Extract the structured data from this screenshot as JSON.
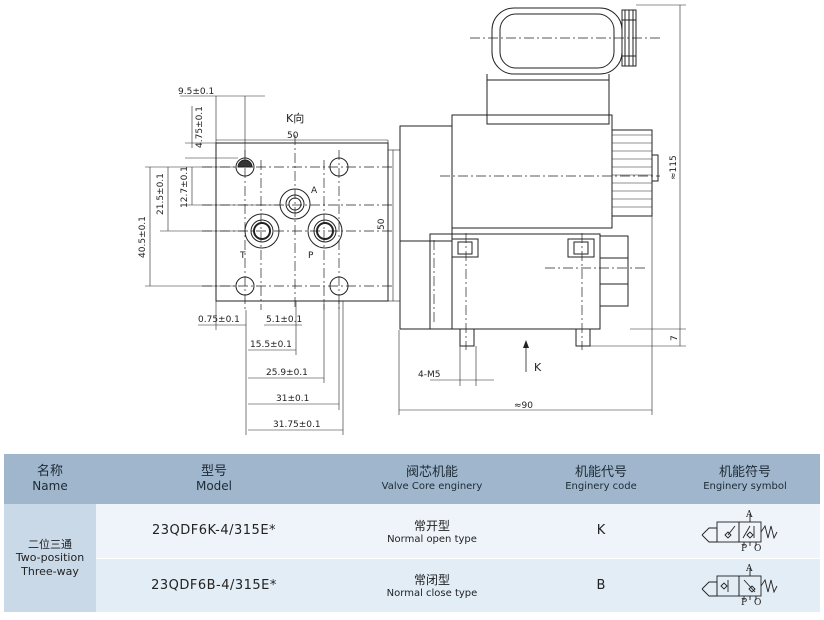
{
  "drawing": {
    "view_label": "K向",
    "k_arrow_label": "K",
    "port_labels": {
      "a": "A",
      "t": "T",
      "p": "P"
    },
    "dims": {
      "d_9_5": "9.5±0.1",
      "d_4_75": "4.75±0.1",
      "d_50_top": "50",
      "d_50_right": "50",
      "d_40_5": "40.5±0.1",
      "d_21_5": "21.5±0.1",
      "d_12_7": "12.7±0.1",
      "d_0_75": "0.75±0.1",
      "d_5_1": "5.1±0.1",
      "d_15_5": "15.5±0.1",
      "d_25_9": "25.9±0.1",
      "d_31": "31±0.1",
      "d_31_75": "31.75±0.1",
      "d_115": "≈115",
      "d_7": "7",
      "d_m5": "4-M5",
      "d_90": "≈90"
    }
  },
  "table": {
    "headers": [
      {
        "zh": "名称",
        "en": "Name"
      },
      {
        "zh": "型号",
        "en": "Model"
      },
      {
        "zh": "阀芯机能",
        "en": "Valve Core enginery"
      },
      {
        "zh": "机能代号",
        "en": "Enginery code"
      },
      {
        "zh": "机能符号",
        "en": "Enginery symbol"
      }
    ],
    "name_zh": "二位三通",
    "name_en_1": "Two-position",
    "name_en_2": "Three-way",
    "rows": [
      {
        "model": "23QDF6K-4/315E*",
        "fn_zh": "常开型",
        "fn_en": "Normal open type",
        "code": "K",
        "sym_a": "A",
        "sym_p": "P",
        "sym_o": "O"
      },
      {
        "model": "23QDF6B-4/315E*",
        "fn_zh": "常闭型",
        "fn_en": "Normal close type",
        "code": "B",
        "sym_a": "A",
        "sym_p": "P",
        "sym_o": "O"
      }
    ]
  }
}
